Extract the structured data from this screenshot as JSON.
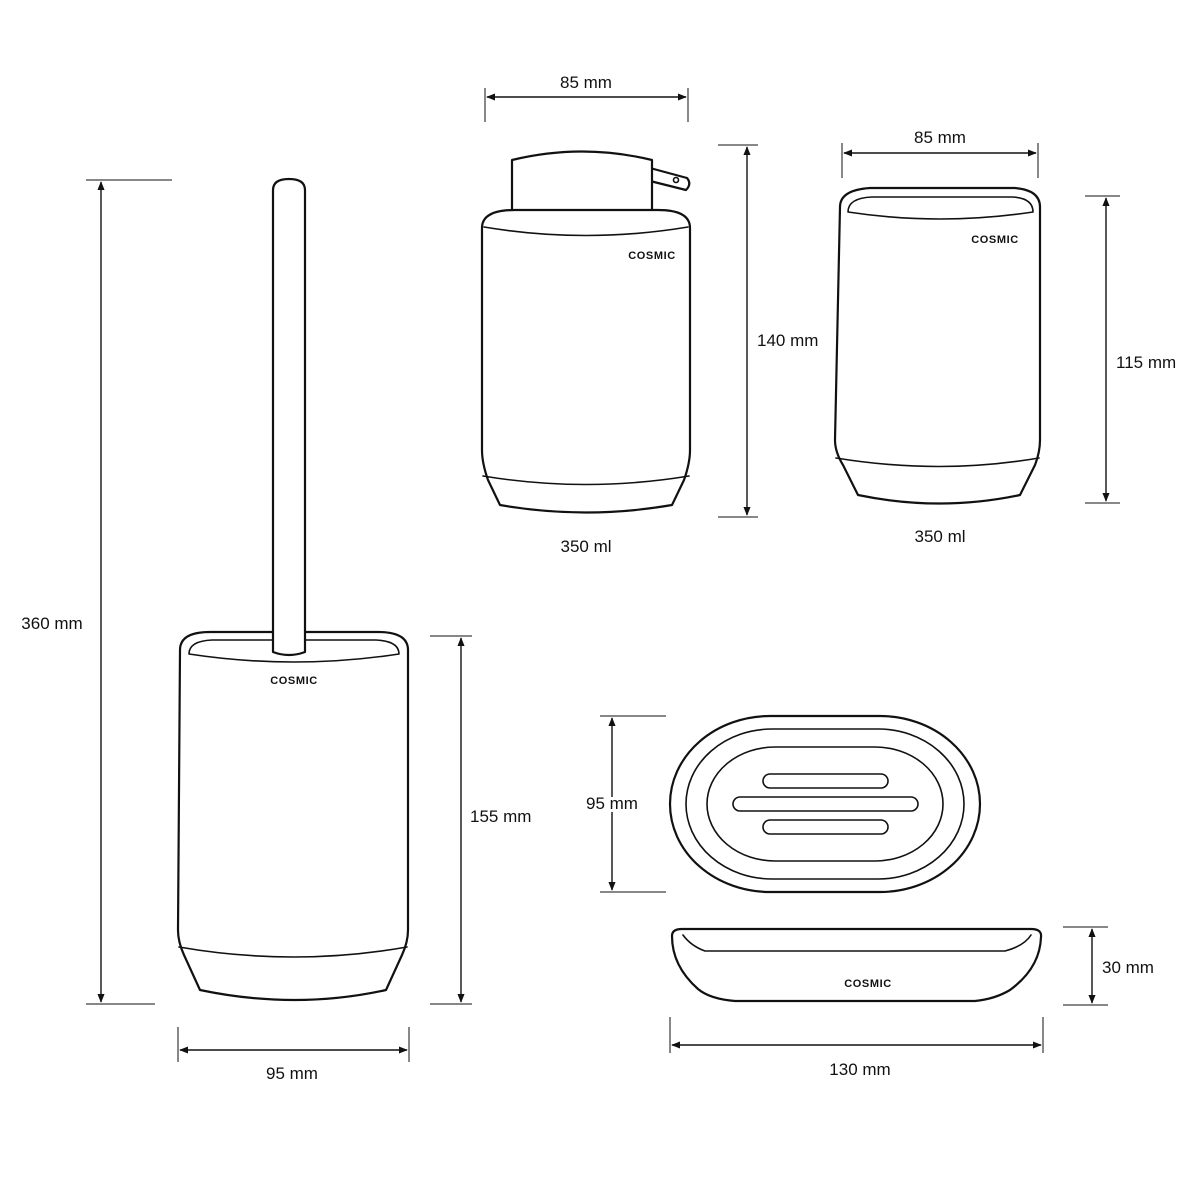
{
  "brand": "COSMIC",
  "colors": {
    "line": "#111111",
    "background": "#ffffff"
  },
  "items": {
    "soap_dispenser": {
      "width": "85 mm",
      "height": "140 mm",
      "capacity": "350 ml"
    },
    "tumbler": {
      "width": "85 mm",
      "height": "115 mm",
      "capacity": "350 ml"
    },
    "toilet_brush": {
      "total_height": "360 mm",
      "holder_height": "155 mm",
      "width": "95 mm"
    },
    "soap_dish": {
      "depth": "95 mm",
      "height": "30 mm",
      "width": "130 mm"
    }
  }
}
